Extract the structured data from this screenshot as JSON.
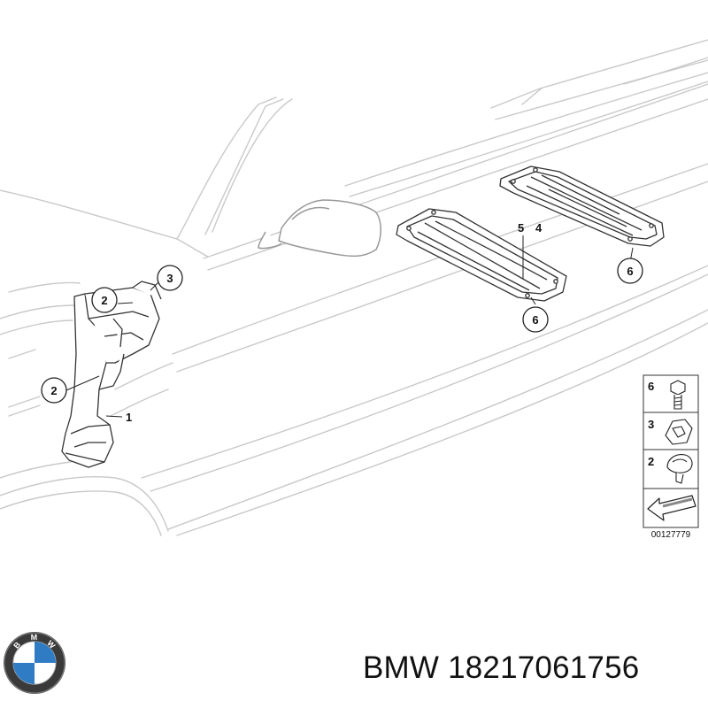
{
  "diagram": {
    "callouts": [
      {
        "id": "c1",
        "label": "1"
      },
      {
        "id": "c2a",
        "label": "2"
      },
      {
        "id": "c2b",
        "label": "2"
      },
      {
        "id": "c3",
        "label": "3"
      },
      {
        "id": "c4",
        "label": "4"
      },
      {
        "id": "c5",
        "label": "5"
      },
      {
        "id": "c6a",
        "label": "6"
      },
      {
        "id": "c6b",
        "label": "6"
      }
    ],
    "legend": [
      {
        "label": "6",
        "icon": "bolt-icon"
      },
      {
        "label": "3",
        "icon": "clip-icon"
      },
      {
        "label": "2",
        "icon": "expanding-rivet-icon"
      },
      {
        "label": "",
        "icon": "direction-arrow-icon"
      }
    ],
    "reference_number": "00127779"
  },
  "footer": {
    "brand": "BMW",
    "part_number": "18217061756",
    "logo_letters": [
      "B",
      "M",
      "W"
    ]
  },
  "colors": {
    "ink": "#111111",
    "faint_line": "#c8c8c8",
    "logo_blue": "#2f7cc4"
  }
}
